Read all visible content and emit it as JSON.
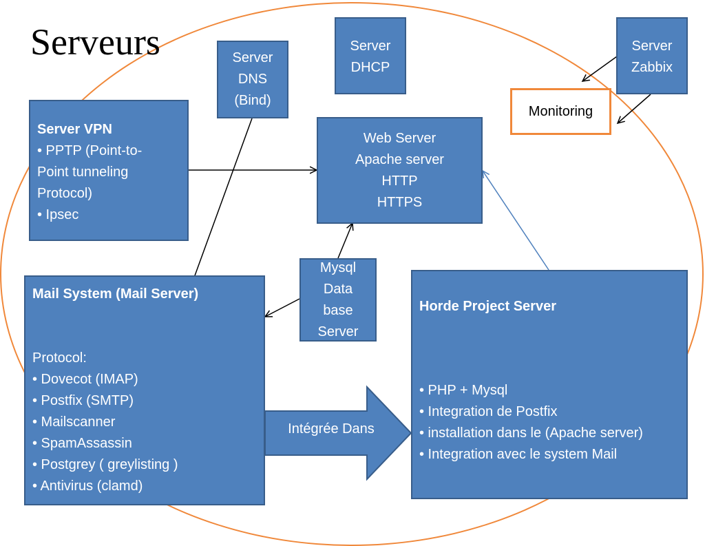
{
  "title": "Serveurs",
  "colors": {
    "box_fill": "#4f81bd",
    "box_border": "#385d8a",
    "ellipse": "#f0883a",
    "connector": "#000000",
    "blue_connector": "#4f81bd"
  },
  "nodes": {
    "dns": {
      "lines": [
        "Server",
        "DNS",
        "(Bind)"
      ]
    },
    "dhcp": {
      "lines": [
        "Server",
        "DHCP"
      ]
    },
    "zabbix": {
      "lines": [
        "Server",
        "Zabbix"
      ]
    },
    "monitoring": {
      "label": "Monitoring"
    },
    "vpn": {
      "heading": "Server VPN",
      "lines": [
        "• PPTP (Point-to-",
        "Point tunneling",
        "Protocol)",
        "• Ipsec"
      ]
    },
    "web": {
      "lines": [
        "Web Server",
        "Apache server",
        "HTTP",
        "HTTPS"
      ]
    },
    "mysql": {
      "lines": [
        "Mysql",
        "Data",
        "base",
        "Server"
      ]
    },
    "mail": {
      "heading": "Mail System (Mail Server)",
      "lines": [
        "Protocol:",
        "• Dovecot (IMAP)",
        "• Postfix (SMTP)",
        "• Mailscanner",
        "• SpamAssassin",
        "• Postgrey ( greylisting )",
        "• Antivirus (clamd)"
      ]
    },
    "horde": {
      "heading": "Horde Project Server",
      "lines": [
        "• PHP + Mysql",
        "• Integration de Postfix",
        "• installation dans le (Apache server)",
        "• Integration avec le system Mail"
      ]
    }
  },
  "block_arrow": {
    "label": "Intégrée Dans"
  }
}
